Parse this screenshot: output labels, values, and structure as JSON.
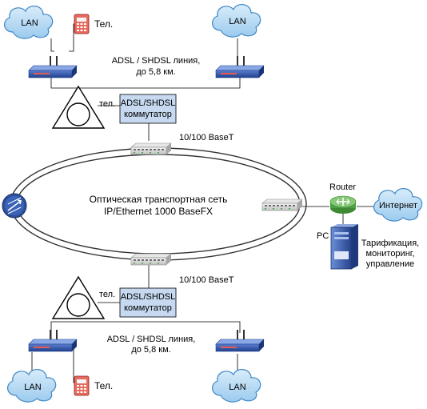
{
  "top": {
    "lan_left": "LAN",
    "lan_right": "LAN",
    "phone_label": "Тел.",
    "line_label_1": "ADSL / SHDSL линия,",
    "line_label_2": "до 5,8 км.",
    "tel_label": "тел.",
    "switch_line1": "ADSL/SHDSL",
    "switch_line2": "коммутатор",
    "baset_label": "10/100 BaseT"
  },
  "ring": {
    "line1": "Оптическая транспортная сеть",
    "line2": "IP/Ethernet 1000 BaseFX"
  },
  "right": {
    "router_label": "Router",
    "internet_label": "Интернет",
    "pc_label": "PC",
    "billing_1": "Тарификация,",
    "billing_2": "мониторинг,",
    "billing_3": "управление"
  },
  "bottom": {
    "baset_label": "10/100 BaseT",
    "tel_label": "тел.",
    "switch_line1": "ADSL/SHDSL",
    "switch_line2": "коммутатор",
    "line_label_1": "ADSL / SHDSL линия,",
    "line_label_2": "до 5,8 км.",
    "lan_left": "LAN",
    "lan_right": "LAN",
    "phone_label": "Тел."
  },
  "colors": {
    "cloud_fill": "#b9dcf3",
    "cloud_stroke": "#3f87c6",
    "switch_fill": "#c6d9f0",
    "modem_fill": "#2f55a8",
    "router_fill": "#6fba5f",
    "server_fill": "#2c4d9c",
    "phone_fill": "#d9413a"
  }
}
